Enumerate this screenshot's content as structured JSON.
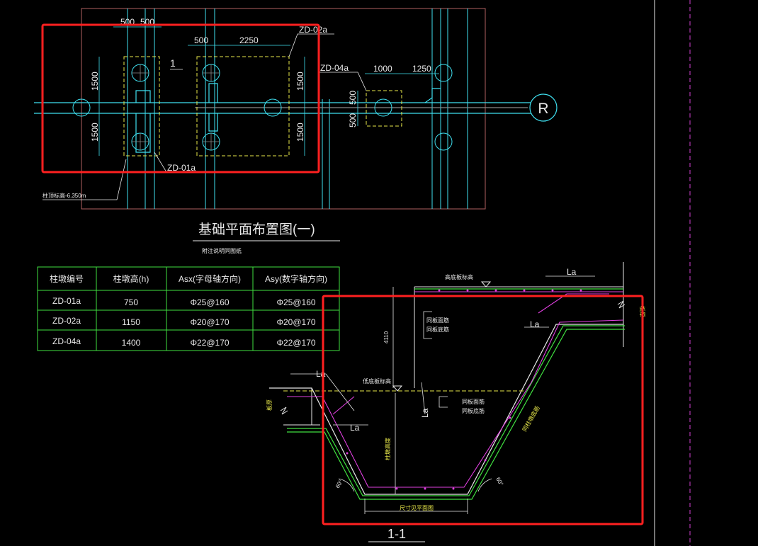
{
  "plan": {
    "title": "基础平面布置图(一)",
    "subtitle": "附注说明同图纸",
    "dims": {
      "top_500a": "500",
      "top_500b": "500",
      "mid_500": "500",
      "mid_2250": "2250",
      "right_1000": "1000",
      "right_1250": "1250",
      "v_1500_a": "1500",
      "v_1500_b": "1500",
      "v_1500_c": "1500",
      "v_1500_d": "1500",
      "v_500": "500",
      "v_500b": "500"
    },
    "labels": {
      "zd02": "ZD-02a",
      "zd04": "ZD-04a",
      "zd01": "ZD-01a",
      "section_mark": "1",
      "elevation": "柱顶标高-6.350m",
      "axis_r": "R"
    }
  },
  "table": {
    "headers": [
      "柱墩编号",
      "柱墩高(h)",
      "Asx(字母轴方向)",
      "Asy(数字轴方向)"
    ],
    "rows": [
      [
        "ZD-01a",
        "750",
        "Φ25@160",
        "Φ25@160"
      ],
      [
        "ZD-02a",
        "1150",
        "Φ20@170",
        "Φ20@170"
      ],
      [
        "ZD-04a",
        "1400",
        "Φ22@170",
        "Φ22@170"
      ]
    ]
  },
  "section": {
    "title": "1-1",
    "la_labels": [
      "La",
      "La",
      "La",
      "La",
      "La"
    ],
    "top_level": "高底板标高",
    "low_level": "低底板标高",
    "note_upper_1": "同板面筋",
    "note_upper_2": "同板底筋",
    "note_lower_1": "同板面筋",
    "note_lower_2": "同板底筋",
    "dim_4110": "4110",
    "angle_left": "60°",
    "angle_right": "60°",
    "bottom_label": "尺寸见平面图",
    "column_label": "柱墩高度",
    "right_note": "同柱墩底筋"
  },
  "colors": {
    "highlight": "#ff2020",
    "cyan": "#3fe0f0",
    "yellow_dash": "#e8e84a",
    "magenta": "#e040e0",
    "green": "#40e040",
    "grid_grey": "#8a8a8a"
  }
}
